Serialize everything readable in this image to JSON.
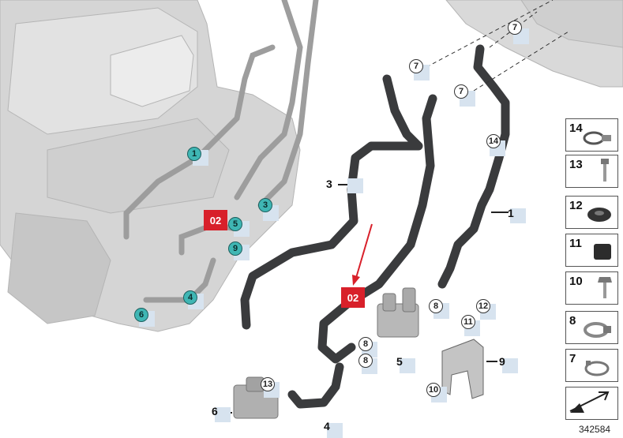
{
  "part_labels": [
    "1",
    "3",
    "4",
    "5",
    "6",
    "9"
  ],
  "callouts_engine": [
    "1",
    "3",
    "4",
    "5",
    "6",
    "9"
  ],
  "callouts_parts": [
    "7",
    "7",
    "7",
    "14",
    "8",
    "8",
    "8",
    "11",
    "12",
    "10",
    "13"
  ],
  "red_tags": [
    "02",
    "02"
  ],
  "legend": [
    "14",
    "13",
    "12",
    "11",
    "10",
    "8",
    "7"
  ],
  "diagram_id": "342584",
  "colors": {
    "teal": "#3fb6b4",
    "red": "#d8202a",
    "hose": "#3a3b3d",
    "engine": "#c9c9c9",
    "legend_box": "#d7e3ef"
  },
  "icons": [
    "hose-clamp-icon",
    "screw-icon",
    "grommet-icon",
    "rubber-mount-icon",
    "bolt-icon",
    "clamp-band-icon",
    "spring-clamp-icon",
    "arrow-icon"
  ]
}
